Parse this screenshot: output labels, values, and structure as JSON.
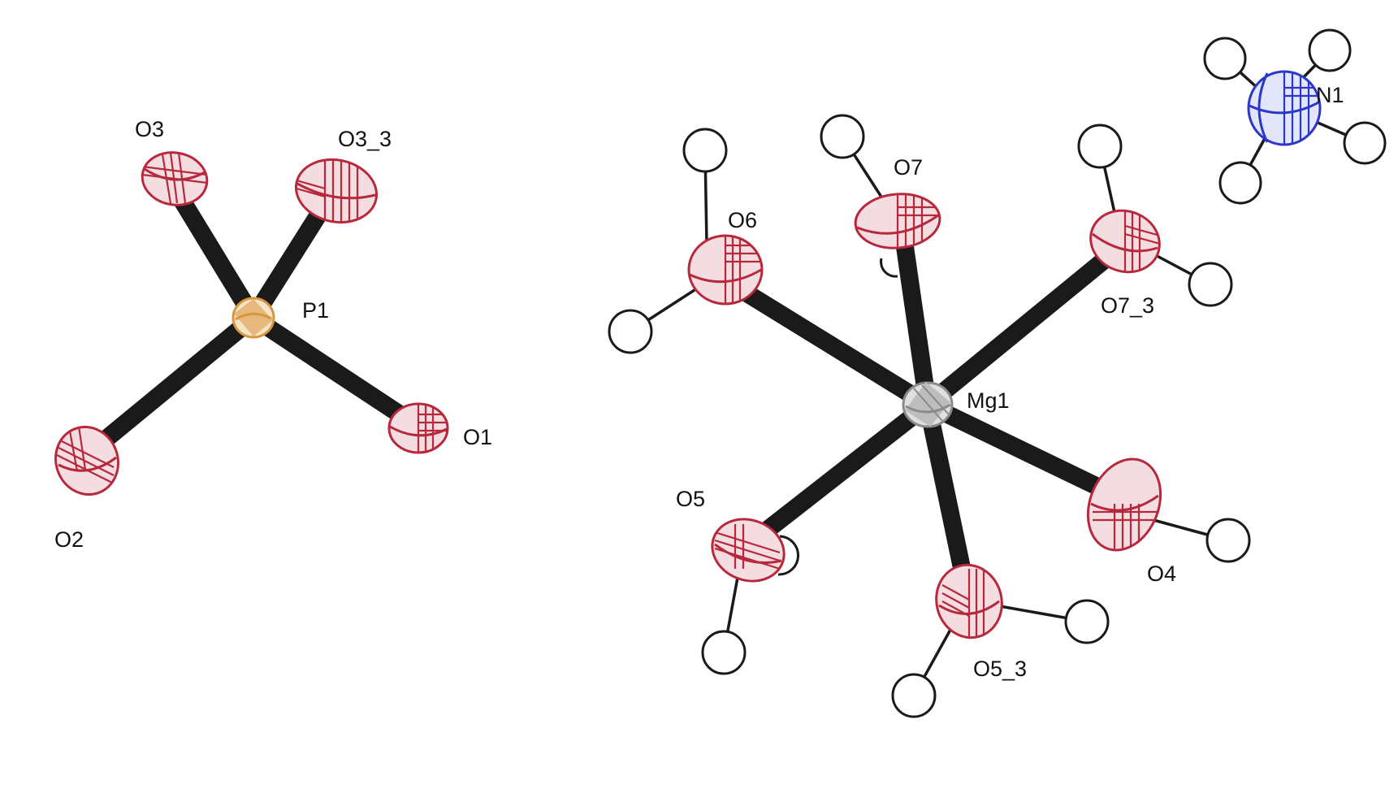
{
  "colors": {
    "oxygen": "#b8283c",
    "phosphorus": "#d9953c",
    "magnesium": "#9a9a9a",
    "nitrogen": "#2b37c8",
    "hydrogen_fill": "#ffffff",
    "bond": "#1a1a1a",
    "text": "#111111"
  },
  "labels": {
    "O3": "O3",
    "O3_3": "O3_3",
    "P1": "P1",
    "O2": "O2",
    "O1": "O1",
    "O6": "O6",
    "O7": "O7",
    "O7_3": "O7_3",
    "Mg1": "Mg1",
    "O5": "O5",
    "O4": "O4",
    "O5_3": "O5_3",
    "N1": "N1"
  }
}
